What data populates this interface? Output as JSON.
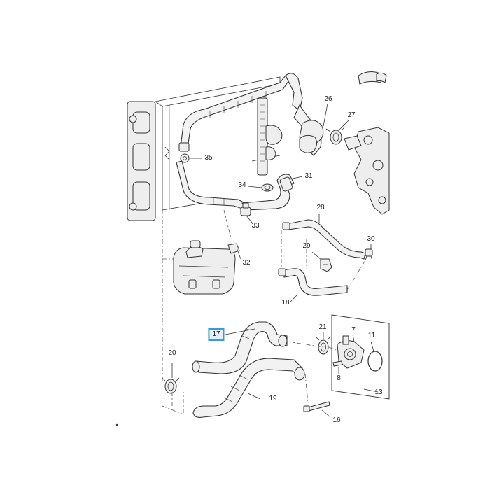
{
  "diagram": {
    "highlighted_part": "17",
    "colors": {
      "highlight_border": "#3a9ad9",
      "highlight_fill": "#e3f1fb",
      "ink": "#333333"
    },
    "callouts": [
      "7",
      "8",
      "11",
      "13",
      "16",
      "17",
      "18",
      "19",
      "20",
      "21",
      "26",
      "27",
      "28",
      "29",
      "30",
      "31",
      "32",
      "33",
      "34",
      "35"
    ]
  }
}
